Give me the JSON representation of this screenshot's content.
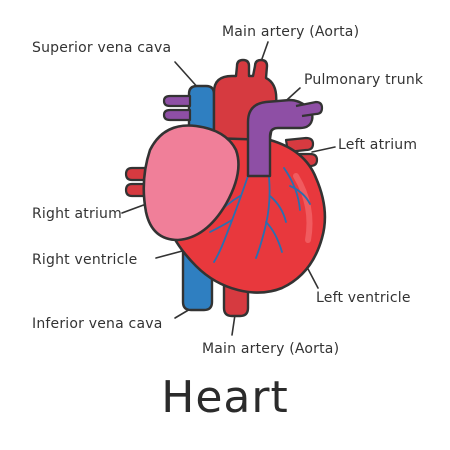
{
  "title": "Heart",
  "labels": {
    "superior_vena_cava": "Superior vena cava",
    "main_artery_top": "Main artery (Aorta)",
    "pulmonary_trunk": "Pulmonary trunk",
    "left_atrium": "Left atrium",
    "right_atrium": "Right atrium",
    "right_ventricle": "Right ventricle",
    "left_ventricle": "Left ventricle",
    "inferior_vena_cava": "Inferior vena cava",
    "main_artery_bottom": "Main artery (Aorta)"
  },
  "colors": {
    "outline": "#333333",
    "heart_red": "#e8383d",
    "artery_dark_red": "#cf2433",
    "vena_blue": "#2f7fc1",
    "pulmonary_purple": "#8e4fa5",
    "right_atrium_pink": "#f07f99",
    "vessel_blue": "#2a6fb0"
  }
}
